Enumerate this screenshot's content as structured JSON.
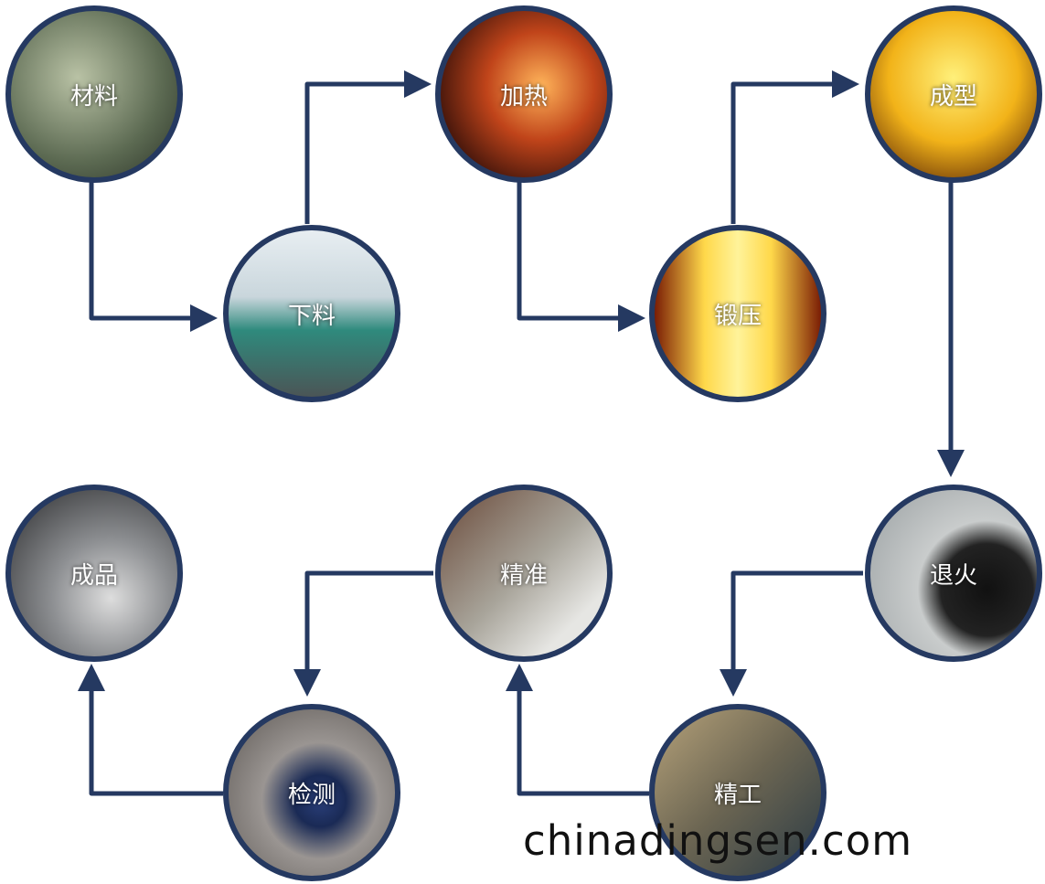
{
  "steps": {
    "material": "材料",
    "cutting": "下料",
    "heating": "加热",
    "forging": "锻压",
    "forming": "成型",
    "annealing": "退火",
    "machining": "精工",
    "precision": "精准",
    "inspection": "检测",
    "finished": "成品"
  },
  "watermark": "chinadingsen.com",
  "colors": {
    "line": "#253961",
    "border": "#253961"
  }
}
